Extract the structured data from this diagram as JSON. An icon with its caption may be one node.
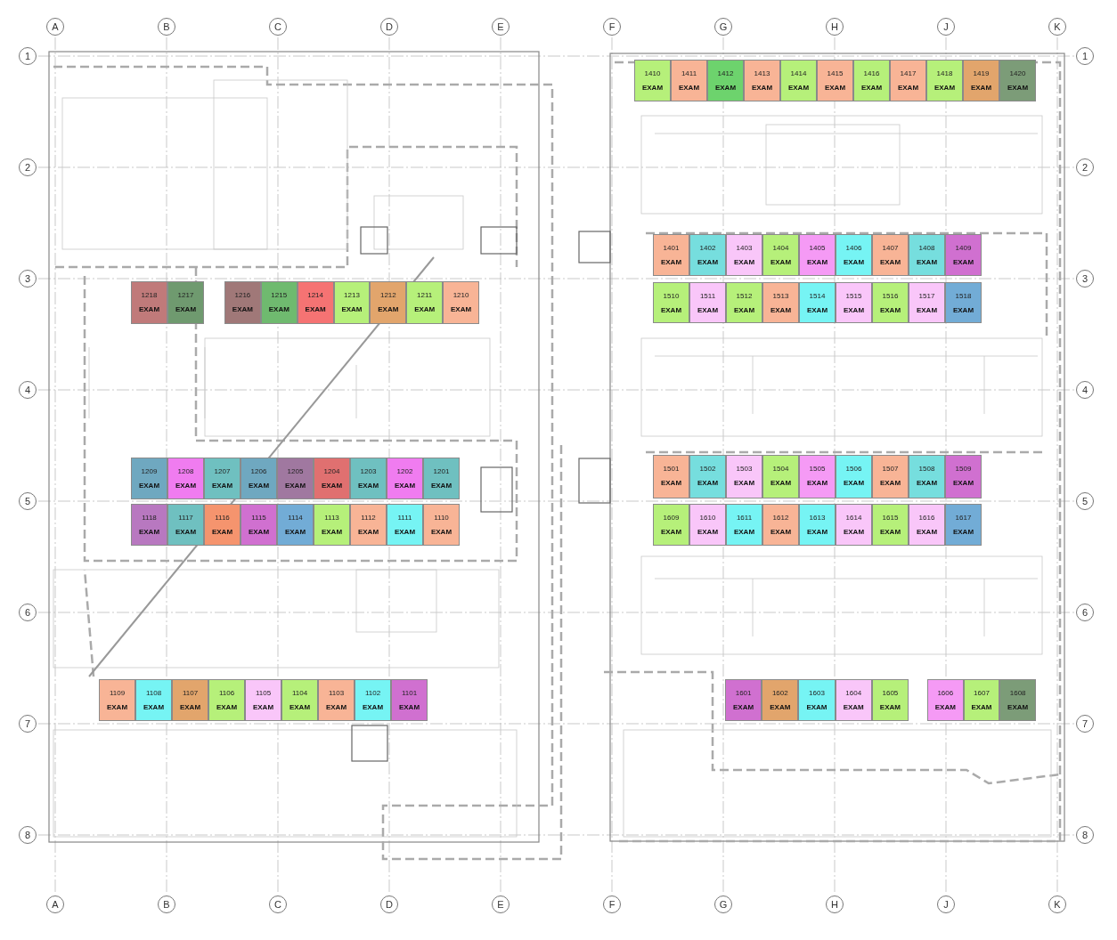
{
  "diagram": {
    "nodes": [
      {
        "text": [
          "A"
        ]
      },
      {
        "text": [
          "B"
        ]
      },
      {
        "text": [
          "C"
        ]
      },
      {
        "text": [
          "D"
        ]
      },
      {
        "text": [
          "E"
        ]
      },
      {
        "text": [
          "F"
        ]
      },
      {
        "text": [
          "G"
        ]
      },
      {
        "text": [
          "H"
        ]
      },
      {
        "text": [
          "J"
        ]
      },
      {
        "text": [
          "K"
        ]
      },
      {
        "text": [
          "1"
        ]
      },
      {
        "text": [
          "1410",
          "EXAM"
        ]
      },
      {
        "text": [
          "1411",
          "EXAM"
        ]
      },
      {
        "text": [
          "1412",
          "EXAM"
        ]
      },
      {
        "text": [
          "1413",
          "EXAM"
        ]
      },
      {
        "text": [
          "1414",
          "EXAM"
        ]
      },
      {
        "text": [
          "1415",
          "EXAM"
        ]
      },
      {
        "text": [
          "1416",
          "EXAM"
        ]
      },
      {
        "text": [
          "1417",
          "EXAM"
        ]
      },
      {
        "text": [
          "1418",
          "EXAM"
        ]
      },
      {
        "text": [
          "1419",
          "EXAM"
        ]
      },
      {
        "text": [
          "1420",
          "EXAM"
        ]
      },
      {
        "text": [
          "1"
        ]
      },
      {
        "text": [
          "2"
        ]
      },
      {
        "text": [
          "2"
        ]
      },
      {
        "text": [
          "1401",
          "EXAM"
        ]
      },
      {
        "text": [
          "1402",
          "EXAM"
        ]
      },
      {
        "text": [
          "1403",
          "EXAM"
        ]
      },
      {
        "text": [
          "1404",
          "EXAM"
        ]
      },
      {
        "text": [
          "1405",
          "EXAM"
        ]
      },
      {
        "text": [
          "1406",
          "EXAM"
        ]
      },
      {
        "text": [
          "1407",
          "EXAM"
        ]
      },
      {
        "text": [
          "1408",
          "EXAM"
        ]
      },
      {
        "text": [
          "1409",
          "EXAM"
        ]
      },
      {
        "text": [
          "3"
        ]
      },
      {
        "text": [
          "1218",
          "EXAM"
        ]
      },
      {
        "text": [
          "1217",
          "EXAM"
        ]
      },
      {
        "text": [
          "1216",
          "EXAM"
        ]
      },
      {
        "text": [
          "1215",
          "EXAM"
        ]
      },
      {
        "text": [
          "1214",
          "EXAM"
        ]
      },
      {
        "text": [
          "1213",
          "EXAM"
        ]
      },
      {
        "text": [
          "1212",
          "EXAM"
        ]
      },
      {
        "text": [
          "1211",
          "EXAM"
        ]
      },
      {
        "text": [
          "1210",
          "EXAM"
        ]
      },
      {
        "text": [
          "1510",
          "EXAM"
        ]
      },
      {
        "text": [
          "1511",
          "EXAM"
        ]
      },
      {
        "text": [
          "1512",
          "EXAM"
        ]
      },
      {
        "text": [
          "1513",
          "EXAM"
        ]
      },
      {
        "text": [
          "1514",
          "EXAM"
        ]
      },
      {
        "text": [
          "1515",
          "EXAM"
        ]
      },
      {
        "text": [
          "1516",
          "EXAM"
        ]
      },
      {
        "text": [
          "1517",
          "EXAM"
        ]
      },
      {
        "text": [
          "1518",
          "EXAM"
        ]
      },
      {
        "text": [
          "3"
        ]
      },
      {
        "text": [
          "4"
        ]
      },
      {
        "text": [
          "4"
        ]
      },
      {
        "text": [
          "1209",
          "EXAM"
        ]
      },
      {
        "text": [
          "1208",
          "EXAM"
        ]
      },
      {
        "text": [
          "1207",
          "EXAM"
        ]
      },
      {
        "text": [
          "1206",
          "EXAM"
        ]
      },
      {
        "text": [
          "1205",
          "EXAM"
        ]
      },
      {
        "text": [
          "1204",
          "EXAM"
        ]
      },
      {
        "text": [
          "1203",
          "EXAM"
        ]
      },
      {
        "text": [
          "1202",
          "EXAM"
        ]
      },
      {
        "text": [
          "1201",
          "EXAM"
        ]
      },
      {
        "text": [
          "1501",
          "EXAM"
        ]
      },
      {
        "text": [
          "1502",
          "EXAM"
        ]
      },
      {
        "text": [
          "1503",
          "EXAM"
        ]
      },
      {
        "text": [
          "1504",
          "EXAM"
        ]
      },
      {
        "text": [
          "1505",
          "EXAM"
        ]
      },
      {
        "text": [
          "1506",
          "EXAM"
        ]
      },
      {
        "text": [
          "1507",
          "EXAM"
        ]
      },
      {
        "text": [
          "1508",
          "EXAM"
        ]
      },
      {
        "text": [
          "1509",
          "EXAM"
        ]
      },
      {
        "text": [
          "5"
        ]
      },
      {
        "text": [
          "5"
        ]
      },
      {
        "text": [
          "1118",
          "EXAM"
        ]
      },
      {
        "text": [
          "1117",
          "EXAM"
        ]
      },
      {
        "text": [
          "1116",
          "EXAM"
        ]
      },
      {
        "text": [
          "1115",
          "EXAM"
        ]
      },
      {
        "text": [
          "1114",
          "EXAM"
        ]
      },
      {
        "text": [
          "1113",
          "EXAM"
        ]
      },
      {
        "text": [
          "1112",
          "EXAM"
        ]
      },
      {
        "text": [
          "1111",
          "EXAM"
        ]
      },
      {
        "text": [
          "1110",
          "EXAM"
        ]
      },
      {
        "text": [
          "1609",
          "EXAM"
        ]
      },
      {
        "text": [
          "1610",
          "EXAM"
        ]
      },
      {
        "text": [
          "1611",
          "EXAM"
        ]
      },
      {
        "text": [
          "1612",
          "EXAM"
        ]
      },
      {
        "text": [
          "1613",
          "EXAM"
        ]
      },
      {
        "text": [
          "1614",
          "EXAM"
        ]
      },
      {
        "text": [
          "1615",
          "EXAM"
        ]
      },
      {
        "text": [
          "1616",
          "EXAM"
        ]
      },
      {
        "text": [
          "1617",
          "EXAM"
        ]
      },
      {
        "text": [
          "6"
        ]
      },
      {
        "text": [
          "6"
        ]
      },
      {
        "text": [
          "1109",
          "EXAM"
        ]
      },
      {
        "text": [
          "1108",
          "EXAM"
        ]
      },
      {
        "text": [
          "1107",
          "EXAM"
        ]
      },
      {
        "text": [
          "1106",
          "EXAM"
        ]
      },
      {
        "text": [
          "1105",
          "EXAM"
        ]
      },
      {
        "text": [
          "1104",
          "EXAM"
        ]
      },
      {
        "text": [
          "1103",
          "EXAM"
        ]
      },
      {
        "text": [
          "1102",
          "EXAM"
        ]
      },
      {
        "text": [
          "1101",
          "EXAM"
        ]
      },
      {
        "text": [
          "1601",
          "EXAM"
        ]
      },
      {
        "text": [
          "1602",
          "EXAM"
        ]
      },
      {
        "text": [
          "1603",
          "EXAM"
        ]
      },
      {
        "text": [
          "1604",
          "EXAM"
        ]
      },
      {
        "text": [
          "1605",
          "EXAM"
        ]
      },
      {
        "text": [
          "1606",
          "EXAM"
        ]
      },
      {
        "text": [
          "1607",
          "EXAM"
        ]
      },
      {
        "text": [
          "1608",
          "EXAM"
        ]
      },
      {
        "text": [
          "7"
        ]
      },
      {
        "text": [
          "7"
        ]
      },
      {
        "text": [
          "8"
        ]
      },
      {
        "text": [
          "8"
        ]
      },
      {
        "text": [
          "A"
        ]
      },
      {
        "text": [
          "B"
        ]
      },
      {
        "text": [
          "C"
        ]
      },
      {
        "text": [
          "D"
        ]
      },
      {
        "text": [
          "E"
        ]
      },
      {
        "text": [
          "F"
        ]
      },
      {
        "text": [
          "G"
        ]
      },
      {
        "text": [
          "H"
        ]
      },
      {
        "text": [
          "J"
        ]
      },
      {
        "text": [
          "K"
        ]
      }
    ]
  }
}
